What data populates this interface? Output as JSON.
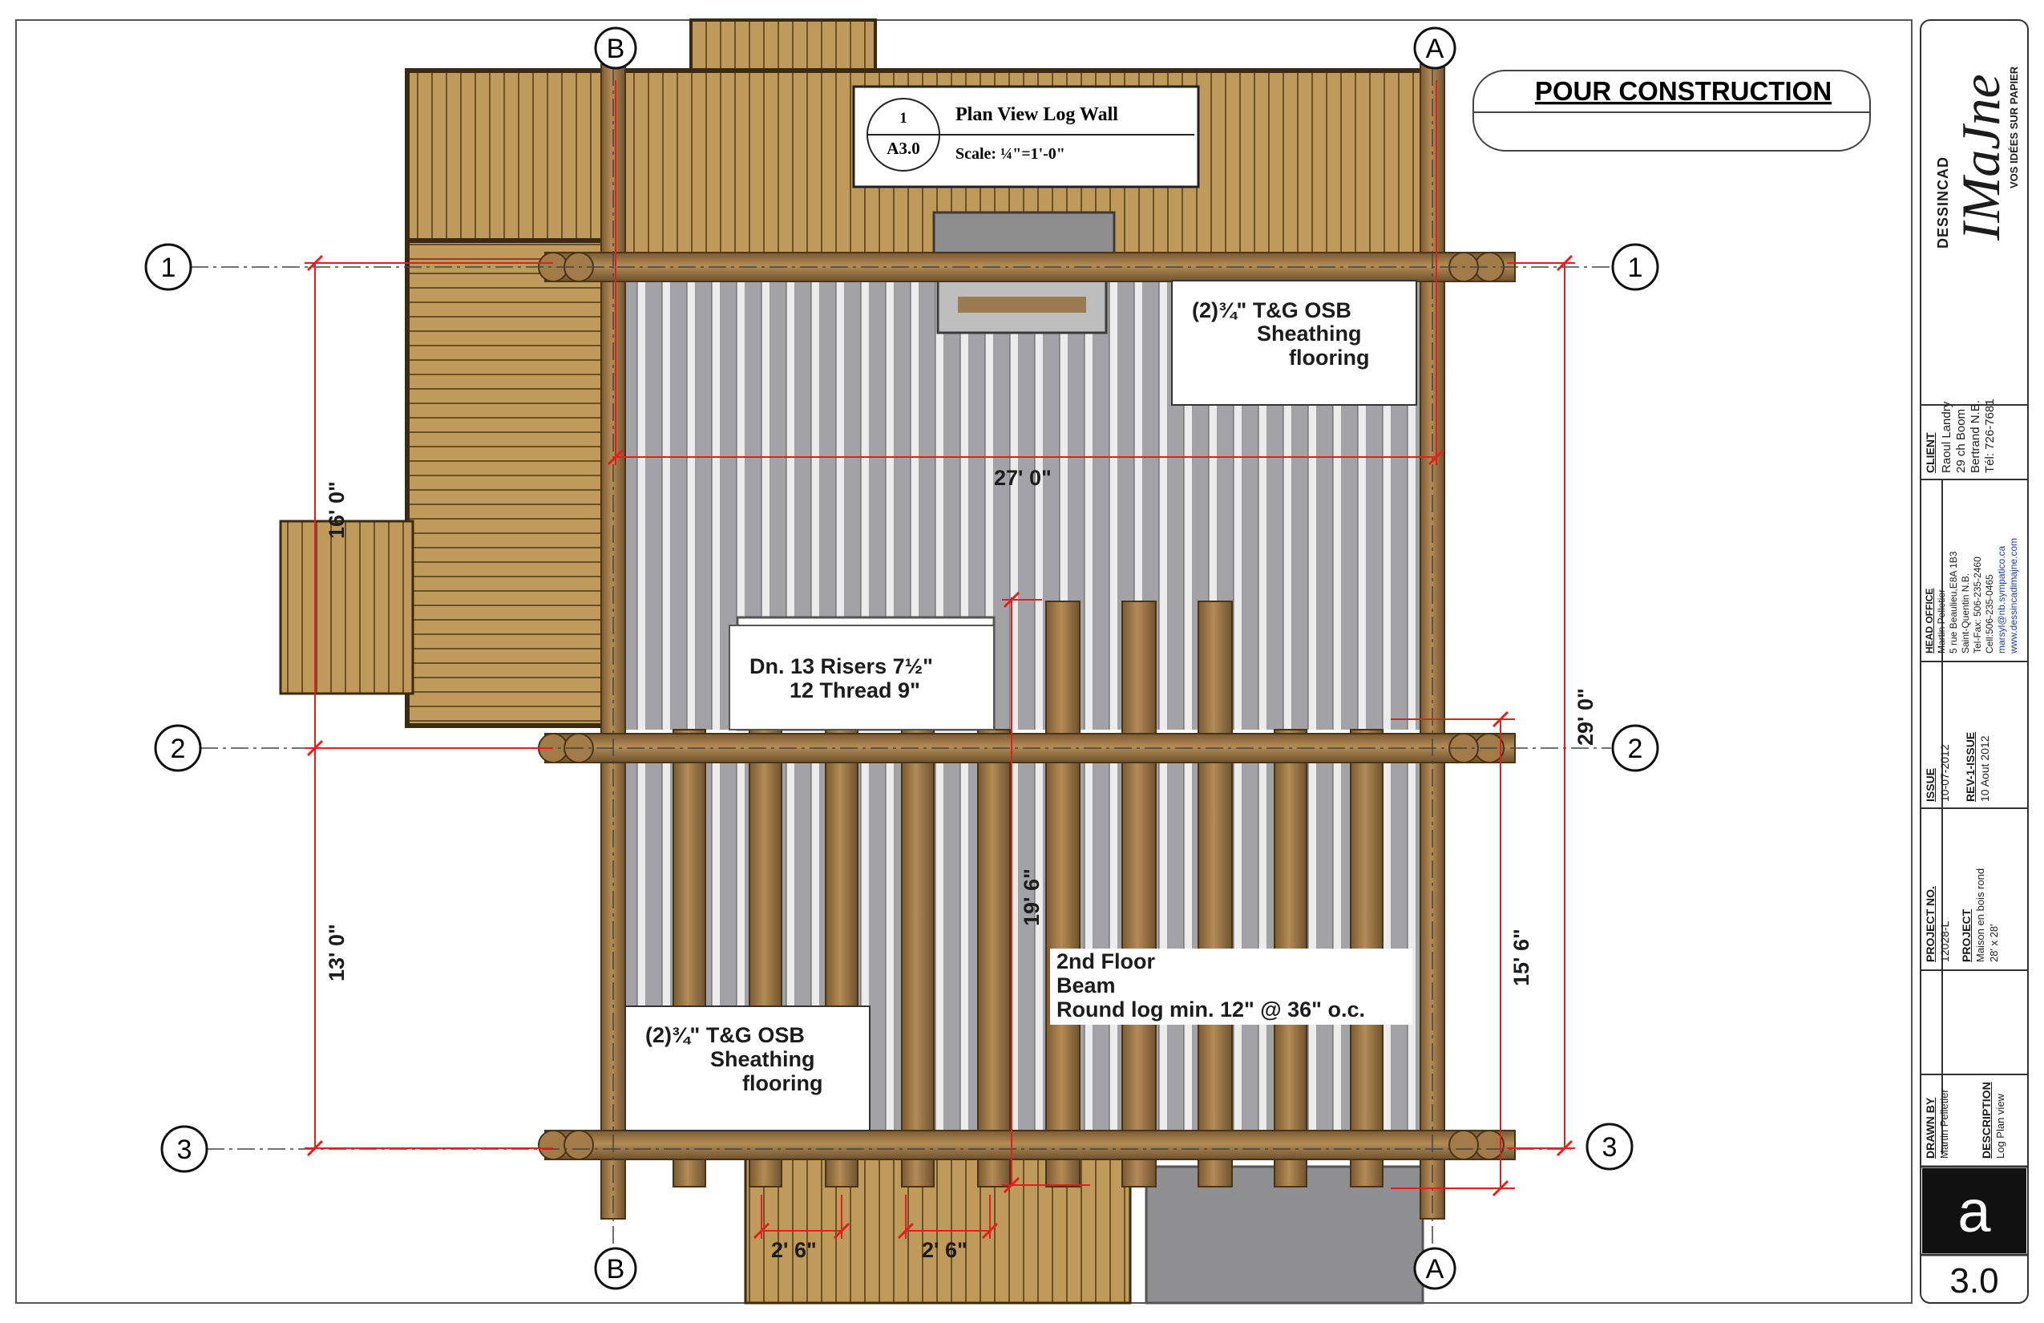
{
  "stamp": "POUR  CONSTRUCTION",
  "view_title": {
    "number": "1",
    "sheet_ref": "A3.0",
    "title": "Plan View Log Wall",
    "scale": "Scale:  ¼\"=1'-0\""
  },
  "grid_bubbles": {
    "b": "B",
    "a": "A",
    "one": "1",
    "two": "2",
    "three": "3"
  },
  "dimensions": {
    "d27": "27' 0\"",
    "d16": "16' 0\"",
    "d13": "13' 0\"",
    "d29": "29' 0\"",
    "d19_6": "19' 6\"",
    "d15_6": "15' 6\"",
    "d2_6": "2' 6\""
  },
  "notes": {
    "osb_top": [
      "(2)¾\"  T&G OSB",
      "Sheathing",
      "flooring"
    ],
    "osb_bottom": [
      "(2)¾\"  T&G OSB",
      "Sheathing",
      "flooring"
    ],
    "stairs": [
      "Dn. 13 Risers 7½\"",
      "12 Thread 9\""
    ],
    "beam": [
      "2nd Floor",
      "Beam",
      "Round log min. 12\" @ 36\" o.c."
    ]
  },
  "title_block": {
    "brand_small": "DESSINCAD",
    "brand_big": "IMaJne",
    "brand_tag": "VOS IDÉES SUR PAPIER",
    "client": {
      "label": "CLIENT",
      "lines": [
        "Raoul Landry",
        "29 ch Boom",
        "Bertrand N.B.",
        "Tél: 726-7681"
      ]
    },
    "head_office": {
      "label": "HEAD OFFICE",
      "lines": [
        "Martin Pelletier",
        "5 rue Beaulieu,E8A 1B3",
        "Saint-Quentin N.B.",
        "Tel-Fax: 506-235-2460",
        "Cell:506-235-0465",
        "marsyl@nb.sympatico.ca",
        "www.dessincadimajne.com"
      ]
    },
    "issue": {
      "label": "ISSUE",
      "value": "10-07-2012"
    },
    "rev": {
      "label": "REV-1-ISSUE",
      "value": "10 Aout 2012"
    },
    "project_no": {
      "label": "PROJECT NO.",
      "value": "12028-L"
    },
    "project": {
      "label": "PROJECT",
      "lines": [
        "Maison en bois rond",
        "28' x 28'"
      ]
    },
    "drawn_by": {
      "label": "DRAWN BY",
      "value": "Martin Pelletier"
    },
    "description": {
      "label": "DESCRIPTION",
      "value": "Log Plan view"
    },
    "sheet_letter": "a",
    "sheet_number": "3.0"
  },
  "colors": {
    "dimension": "#e0201c",
    "wood": "#b8935a",
    "log": "#98703f",
    "osb": "#9c9ca0",
    "ink": "#1c1c1c"
  }
}
